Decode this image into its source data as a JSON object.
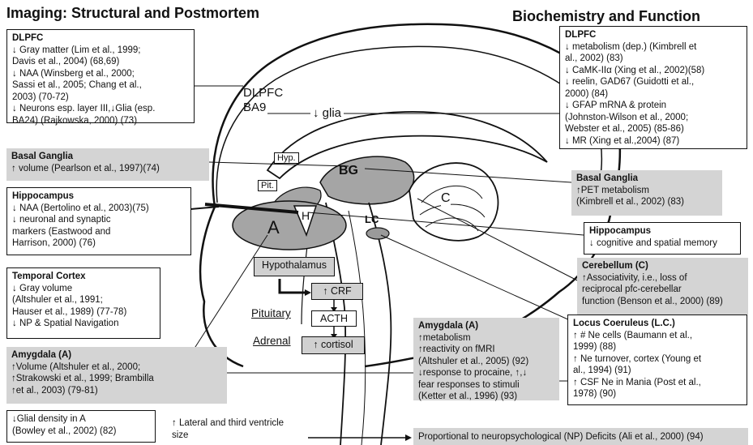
{
  "headers": {
    "left": "Imaging: Structural and Postmortem",
    "right": "Biochemistry and Function"
  },
  "boxes": {
    "dlpfc_left": {
      "title": "DLPFC",
      "lines": [
        "↓ Gray matter (Lim et al., 1999;",
        "Davis et al., 2004) (68,69)",
        "↓ NAA (Winsberg et al., 2000;",
        "Sassi et al., 2005; Chang et al.,",
        "2003) (70-72)",
        "↓ Neurons esp. layer III,↓Glia (esp.",
        "BA24) (Rajkowska, 2000) (73)"
      ]
    },
    "basal_ganglia_left": {
      "title": "Basal Ganglia",
      "lines": [
        "↑ volume (Pearlson et al., 1997)(74)"
      ]
    },
    "hippocampus_left": {
      "title": "Hippocampus",
      "lines": [
        "↓ NAA (Bertolino et al., 2003)(75)",
        "↓ neuronal and synaptic",
        "markers (Eastwood and",
        "Harrison, 2000) (76)"
      ]
    },
    "temporal_cortex": {
      "title": "Temporal Cortex",
      "lines": [
        "↓ Gray volume",
        "(Altshuler et al., 1991;",
        "Hauser et al., 1989) (77-78)",
        "↓ NP & Spatial Navigation"
      ]
    },
    "amygdala_left": {
      "title": "Amygdala (A)",
      "lines": [
        "↑Volume (Altshuler et al., 2000;",
        "↑Strakowski et al., 1999; Brambilla",
        "↑et al., 2003) (79-81)"
      ]
    },
    "glial_density": {
      "lines": [
        "↓Glial density in A",
        "(Bowley et al., 2002) (82)"
      ]
    },
    "ventricle": {
      "lines": [
        "↑ Lateral and third ventricle",
        "size"
      ]
    },
    "np_deficits": {
      "lines": [
        "Proportional to neuropsychological (NP) Deficits (Ali et al., 2000) (94)"
      ]
    },
    "dlpfc_right": {
      "title": "DLPFC",
      "lines": [
        "↓ metabolism (dep.) (Kimbrell et",
        "al., 2002) (83)",
        "↓ CaMK-IIα (Xing et al., 2002)(58)",
        "↓ reelin, GAD67 (Guidotti et al.,",
        "2000) (84)",
        "↓ GFAP mRNA & protein",
        "(Johnston-Wilson et al., 2000;",
        "Webster et al., 2005) (85-86)",
        "↓ MR (Xing et al.,2004) (87)"
      ]
    },
    "basal_ganglia_right": {
      "title": "Basal Ganglia",
      "lines": [
        "↑PET metabolism",
        "(Kimbrell et al., 2002) (83)"
      ]
    },
    "hippocampus_right": {
      "title": "Hippocampus",
      "lines": [
        "↓ cognitive and spatial memory"
      ]
    },
    "cerebellum": {
      "title": "Cerebellum (C)",
      "lines": [
        "↑Associativity, i.e., loss of",
        "reciprocal pfc-cerebellar",
        "function (Benson et al., 2000) (89)"
      ]
    },
    "locus_coeruleus": {
      "title": "Locus Coeruleus (L.C.)",
      "lines": [
        "↑ # Ne cells (Baumann et al.,",
        "1999) (88)",
        "↑ Ne turnover, cortex (Young et",
        "al., 1994) (91)",
        "↑ CSF Ne in Mania (Post et al.,",
        "1978) (90)"
      ]
    },
    "amygdala_mid": {
      "title": "Amygdala (A)",
      "lines": [
        "↑metabolism",
        "↑reactivity on fMRI",
        "(Altshuler et al., 2005) (92)",
        "↓response to procaine, ↑,↓",
        "fear responses to stimuli",
        "(Ketter et al., 1996) (93)"
      ]
    }
  },
  "brain_labels": {
    "dlpfc": "DLPFC",
    "ba9": "BA9",
    "glia": "↓ glia",
    "hyp": "Hyp.",
    "pit": "Pit.",
    "bg": "BG",
    "c": "C",
    "lc": "LC",
    "a": "A",
    "h": "H"
  },
  "axis": {
    "hypothalamus": "Hypothalamus",
    "crf": "↑ CRF",
    "pituitary": "Pituitary",
    "acth": "ACTH",
    "adrenal": "Adrenal",
    "cortisol": "↑ cortisol"
  }
}
